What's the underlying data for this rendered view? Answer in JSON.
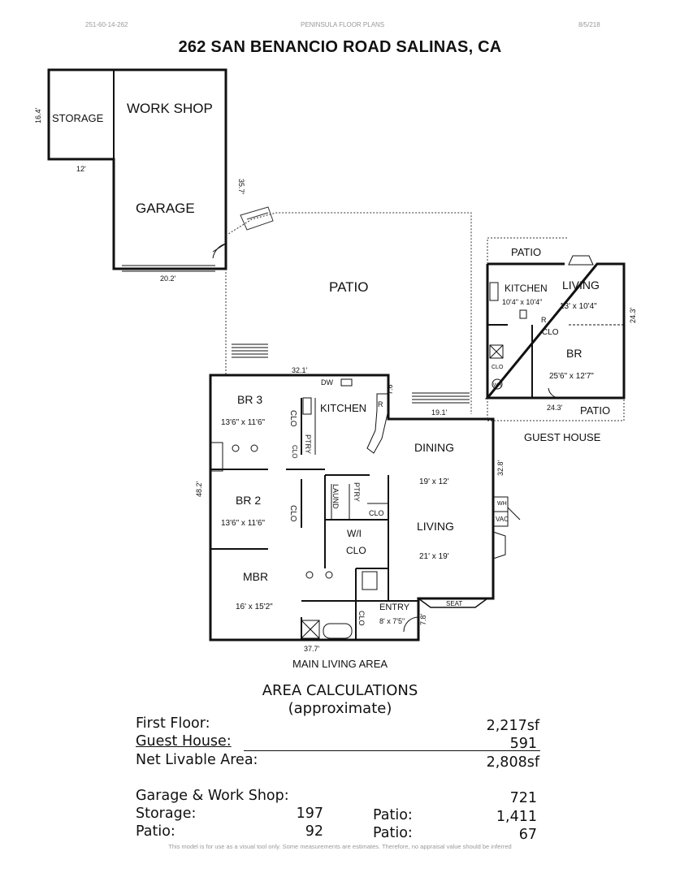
{
  "header": {
    "left_code": "251-60-14-262",
    "center_text": "PENINSULA FLOOR PLANS",
    "date": "8/5/218",
    "title": "262 SAN BENANCIO ROAD SALINAS, CA"
  },
  "outbuilding": {
    "storage": "STORAGE",
    "workshop": "WORK SHOP",
    "garage": "GARAGE",
    "dim_height_storage": "16.4'",
    "dim_storage_width": "12'",
    "dim_depth": "35.7'",
    "dim_width": "20.2'"
  },
  "patio_main": {
    "label": "PATIO",
    "dim": "32.1'"
  },
  "main_house": {
    "br3": "BR 3",
    "br3_size": "13'6\" x 11'6\"",
    "br2": "BR 2",
    "br2_size": "13'6\" x 11'6\"",
    "mbr": "MBR",
    "mbr_size": "16' x 15'2\"",
    "kitchen": "KITCHEN",
    "dw": "DW",
    "r": "R",
    "dining": "DINING",
    "dining_size": "19' x 12'",
    "living": "LIVING",
    "living_size": "21' x 19'",
    "laund": "LAUND",
    "ptry": "PTRY",
    "ptry2": "PTRY",
    "clo": "CLO",
    "clo_br3": "CLO",
    "clo_br2": "CLO",
    "clo_entry": "CLO",
    "clo_small": "CLO",
    "wi": "W/I",
    "wi_clo": "CLO",
    "entry": "ENTRY",
    "entry_size": "8' x 7'5\"",
    "seat": "SEAT",
    "wh": "WH",
    "vac": "VAC",
    "dim_left": "48.2'",
    "dim_bottom": "37.7'",
    "dim_right": "32.8'",
    "dim_kitchen": "7.6'",
    "dim_dining_top": "19.1'",
    "dim_entry": "7.8'",
    "caption": "MAIN LIVING AREA"
  },
  "guest_house": {
    "patio_top": "PATIO",
    "patio_bottom": "PATIO",
    "kitchen": "KITCHEN",
    "kitchen_size": "10'4\" x 10'4\"",
    "living": "LIVING",
    "living_size": "13' x 10'4\"",
    "br": "BR",
    "br_size": "25'6\" x 12'7\"",
    "clo": "CLO",
    "clo2": "CLO",
    "r": "R",
    "wh": "WH",
    "dim_right": "24.3'",
    "dim_bottom": "24.3'",
    "caption": "GUEST HOUSE"
  },
  "area_calculations": {
    "title": "AREA CALCULATIONS",
    "subtitle": "(approximate)",
    "rows": [
      {
        "label": "First  Floor:",
        "value": "2,217sf"
      },
      {
        "label": "Guest House:",
        "value": "591"
      },
      {
        "label": "Net Livable Area:",
        "value": "2,808sf"
      },
      {
        "label": "Garage & Work Shop:",
        "value": "721"
      }
    ],
    "pairs": [
      {
        "label": "Storage:",
        "value": "197",
        "label2": "Patio:",
        "value2": "1,411"
      },
      {
        "label": "Patio:",
        "value": "92",
        "label2": "Patio:",
        "value2": "67"
      }
    ]
  },
  "footer": "This model is for use as a visual tool only.  Some measurements are estimates.  Therefore, no appraisal value should be inferred"
}
